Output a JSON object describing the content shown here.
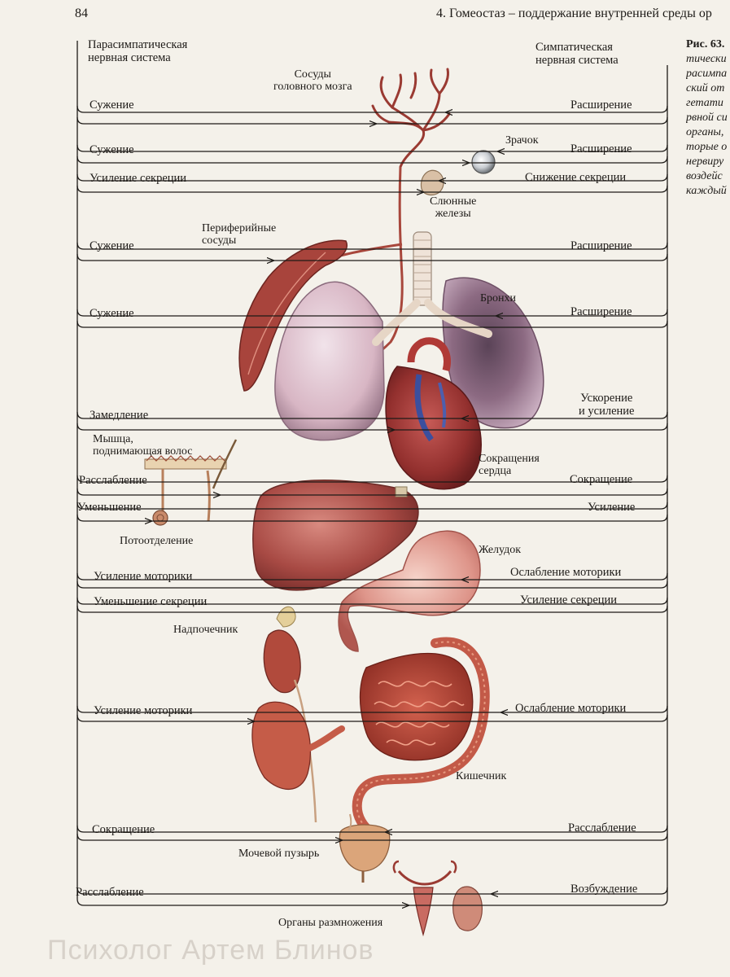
{
  "header": {
    "page_number": "84",
    "running_title": "4. Гомеостаз – поддержание внутренней среды ор"
  },
  "systems": {
    "parasympathetic": [
      "Парасимпатическая",
      "нервная система"
    ],
    "sympathetic": [
      "Симпатическая",
      "нервная система"
    ]
  },
  "caption_lines": [
    "Рис. 63.",
    "тически",
    "расимпа",
    "ский от",
    "гетати",
    "рвной си",
    "органы,",
    "торые о",
    "нервиру",
    "воздейс",
    "каждый"
  ],
  "rows": [
    {
      "left": "Сужение",
      "right": "Расширение"
    },
    {
      "left": "Сужение",
      "right": "Расширение"
    },
    {
      "left": "Усиление секреции",
      "right": "Снижение секреции"
    },
    {
      "left": "Сужение",
      "right": "Расширение"
    },
    {
      "left": "Сужение",
      "right": "Расширение"
    },
    {
      "left": "Замедление",
      "right": [
        "Ускорение",
        "и усиление"
      ]
    },
    {
      "left": "Расслабление",
      "right": "Сокращение"
    },
    {
      "left": "Уменьшение",
      "right": "Усиление"
    },
    {
      "left": "Усиление моторики",
      "right": "Ослабление моторики"
    },
    {
      "left": "Уменьшение секреции",
      "right": "Усиление  секреции"
    },
    {
      "left": "Усиление моторики",
      "right": "Ослабление моторики"
    },
    {
      "left": "Сокращение",
      "right": "Расслабление"
    },
    {
      "left": "Расслабление",
      "right": "Возбуждение"
    }
  ],
  "organs": {
    "brain_vessels": [
      "Сосуды",
      "головного мозга"
    ],
    "pupil": "Зрачок",
    "salivary": [
      "Слюнные",
      "железы"
    ],
    "peripheral": [
      "Периферийные",
      "сосуды"
    ],
    "bronchi": "Бронхи",
    "hair_muscle": [
      "Мышца,",
      "поднимающая волос"
    ],
    "heart": [
      "Сокращения",
      "сердца"
    ],
    "sweat": "Потоотделение",
    "stomach": "Желудок",
    "adrenal": "Надпочечник",
    "intestine": "Кишечник",
    "bladder": "Мочевой пузырь",
    "reproductive": "Органы размножения"
  },
  "watermark": "Психолог Артем Блинов",
  "colors": {
    "paper": "#f4f1ea",
    "ink": "#1d1a17",
    "organ_red": "#a8383a",
    "lung_pink": "#d9b8c4",
    "heart_blue": "#3b4f9e"
  }
}
